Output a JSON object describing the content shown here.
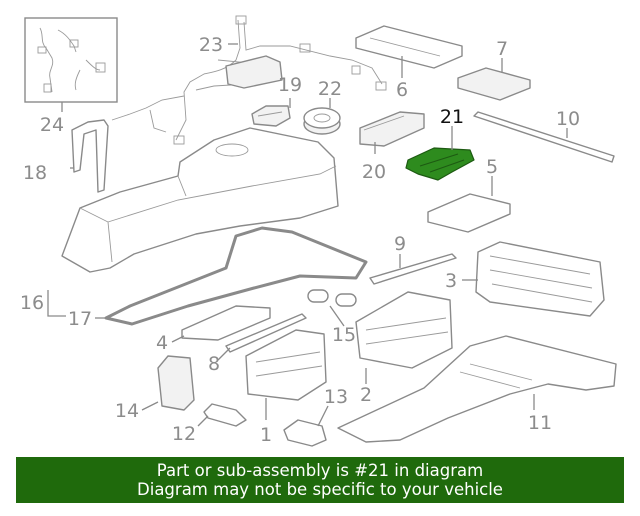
{
  "diagram": {
    "highlighted_part": "21",
    "callouts": [
      "1",
      "2",
      "3",
      "4",
      "5",
      "6",
      "7",
      "8",
      "9",
      "10",
      "11",
      "12",
      "13",
      "14",
      "15",
      "16",
      "17",
      "18",
      "19",
      "20",
      "21",
      "22",
      "23",
      "24"
    ],
    "highlight_color": "#2e8b1e"
  },
  "banner": {
    "line1": "Part or sub-assembly is #21 in diagram",
    "line2": "Diagram may not be specific to your vehicle",
    "background": "#1f6a0c"
  }
}
